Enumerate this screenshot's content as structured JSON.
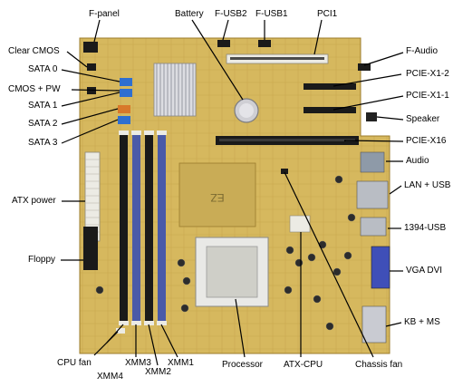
{
  "diagram": {
    "labels": {
      "fpanel": "F-panel",
      "battery": "Battery",
      "fusb2": "F-USB2",
      "fusb1": "F-USB1",
      "pci1": "PCI1",
      "clear_cmos": "Clear CMOS",
      "faudio": "F-Audio",
      "sata0": "SATA 0",
      "pciex1_2": "PCIE-X1-2",
      "cmos_pw": "CMOS + PW",
      "sata1": "SATA 1",
      "pciex1_1": "PCIE-X1-1",
      "sata2": "SATA 2",
      "speaker": "Speaker",
      "sata3": "SATA 3",
      "pciex16": "PCIE-X16",
      "audio": "Audio",
      "lan_usb": "LAN + USB",
      "atx_power": "ATX power",
      "usb1394": "1394-USB",
      "floppy": "Floppy",
      "vga_dvi": "VGA DVI",
      "kb_ms": "KB + MS",
      "cpu_fan": "CPU fan",
      "xmm4": "XMM4",
      "xmm3": "XMM3",
      "xmm2": "XMM2",
      "xmm1": "XMM1",
      "processor": "Processor",
      "atx_cpu": "ATX-CPU",
      "chassis_fan": "Chassis fan"
    },
    "board_text": "EZ",
    "colors": {
      "pcb": "#d6b85e",
      "pcb_dark": "#b8963c",
      "ram_blue": "#4a5aa8",
      "sata_blue": "#2f6fd0",
      "sata_orange": "#d8782a",
      "slot_black": "#1a1a1a",
      "slot_white": "#ecebe4",
      "heatsink": "#d8d8dc"
    }
  }
}
